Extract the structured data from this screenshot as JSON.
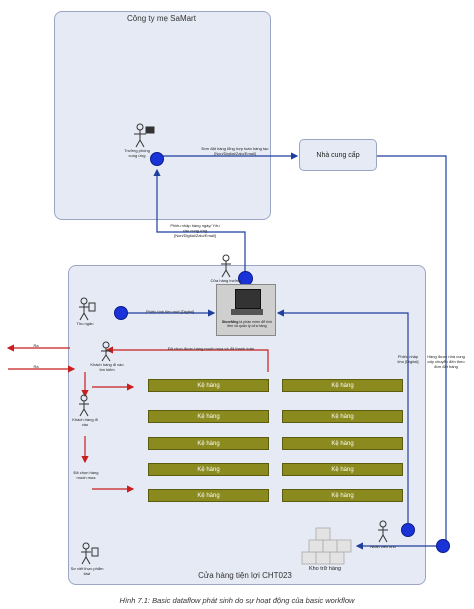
{
  "panels": {
    "parent_company": "Công ty mẹ SaMart",
    "store": "Cửa hàng tiện lợi CHT023"
  },
  "supplier": "Nhà cung cấp",
  "actors": {
    "purchasing_manager": "Trưởng phòng cung ứng",
    "store_manager": "Cửa hàng trưởng",
    "cashier": "Thu ngân",
    "customer_entering": "Khách hàng đi vào tìm kiếm",
    "customer_leaving": "Khách hàng đi vào",
    "stocker": "Nhân viên kho",
    "security": "Sơ viết thực phẩm kiwi"
  },
  "computer_label_bold": "StoreMng",
  "computer_label": "là phần mềm để tính tiền và quản lý cửa hàng",
  "arrow_labels": {
    "order_to_supplier": "Đơn đặt hàng tổng hợp toàn hàng tạo [Non/Digital/Zalo/Email]",
    "report_to_parent": "Phiếu nhập hàng ngày/ Yêu cầu cung ứng [Non/Digital/Zalo/Email]",
    "sales_receipt": "Phiếu tính tiền mới [Digital]",
    "selected_goods": "Đã chọn được hàng muốn mua và đã thanh toán",
    "goods_receipt": "Phiếu nhập kho [Digital]",
    "delivery": "Hàng được nhà cung cấp chuyển đến theo đơn đặt hàng",
    "exit_top": "Ra",
    "exit_mid": "Ra",
    "chosen_goods": "Đã chọn hàng muốn mua"
  },
  "shelves_left": [
    "Kệ hàng",
    "Kệ hàng",
    "Kệ hàng",
    "Kệ hàng",
    "Kệ hàng"
  ],
  "shelves_right": [
    "Kệ hàng",
    "Kệ hàng",
    "Kệ hàng",
    "Kệ hàng",
    "Kệ hàng"
  ],
  "warehouse": "Kho trữ hàng",
  "caption": "Hình 7.1: Basic dataflow phát sinh do sự hoạt động của basic workflow",
  "colors": {
    "flow_blue": "#1f3f9e",
    "flow_red": "#c81e1e",
    "node": "#1a33d9",
    "shelf": "#8a8a1e"
  }
}
